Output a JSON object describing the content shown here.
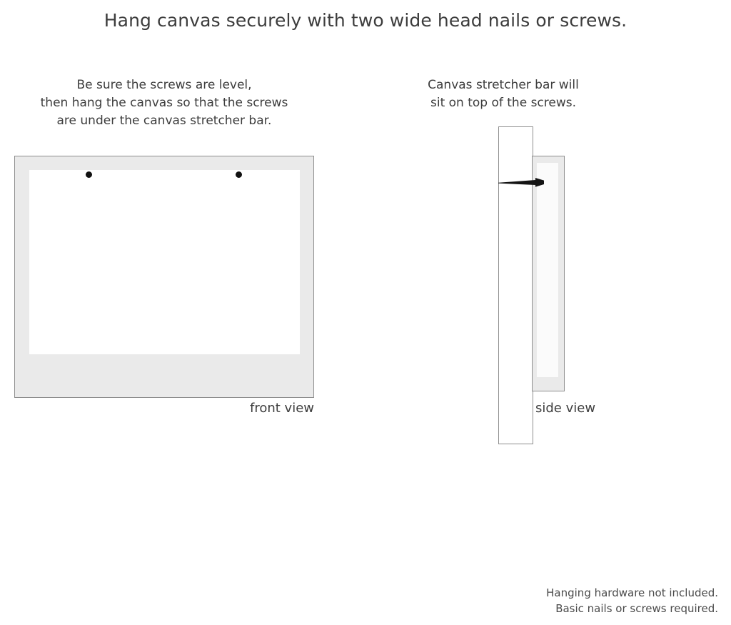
{
  "title": "Hang canvas securely with two wide head nails or screws.",
  "captions": {
    "left": {
      "line1": "Be sure the screws are level,",
      "line2": "then hang the canvas so that the screws",
      "line3": "are under the canvas stretcher bar."
    },
    "right": {
      "line1": "Canvas stretcher bar will",
      "line2": "sit on top of the screws."
    }
  },
  "diagrams": {
    "front": {
      "label": "front view",
      "frame_color": "#eaeaea",
      "border_color": "#8e8e8e",
      "inner_color": "#ffffff",
      "screw_color": "#111111",
      "screw_count": 2
    },
    "side": {
      "label": "side view",
      "wall_color": "#ffffff",
      "canvas_color": "#eaeaea",
      "border_color": "#8e8e8e",
      "screw_color": "#111111"
    }
  },
  "footer": {
    "line1": "Hanging hardware not included.",
    "line2": "Basic nails or screws required."
  }
}
